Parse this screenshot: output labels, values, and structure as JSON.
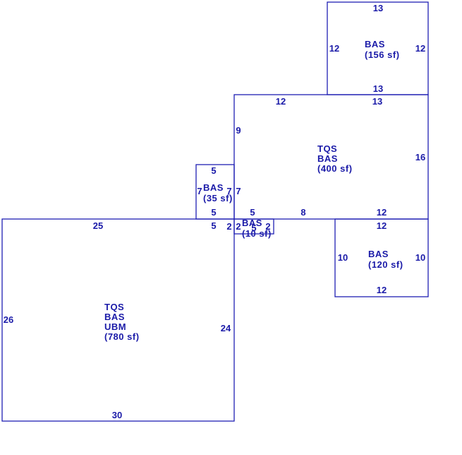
{
  "colors": {
    "line": "#1f1fb4",
    "text": "#1a1aa8",
    "background": "#ffffff"
  },
  "areas": [
    {
      "id": "top-right",
      "label_lines": [
        "BAS",
        "(156 sf)"
      ],
      "dims": [
        "13",
        "12",
        "12",
        "13"
      ]
    },
    {
      "id": "center",
      "label_lines": [
        "TQS",
        "BAS",
        "(400 sf)"
      ],
      "dims": [
        "12",
        "13",
        "9",
        "16",
        "5",
        "8",
        "12"
      ]
    },
    {
      "id": "small-left",
      "label_lines": [
        "BAS",
        "(35 sf)"
      ],
      "dims": [
        "5",
        "7",
        "7",
        "7",
        "5",
        "5"
      ]
    },
    {
      "id": "tiny",
      "label_lines": [
        "BAS",
        "(10 sf)"
      ],
      "dims": [
        "2",
        "5",
        "2"
      ]
    },
    {
      "id": "right-mid",
      "label_lines": [
        "BAS",
        "(120 sf)"
      ],
      "dims": [
        "12",
        "10",
        "10",
        "12"
      ]
    },
    {
      "id": "main",
      "label_lines": [
        "TQS",
        "BAS",
        "UBM",
        "(780 sf)"
      ],
      "dims": [
        "25",
        "26",
        "24",
        "30",
        "2"
      ]
    }
  ]
}
